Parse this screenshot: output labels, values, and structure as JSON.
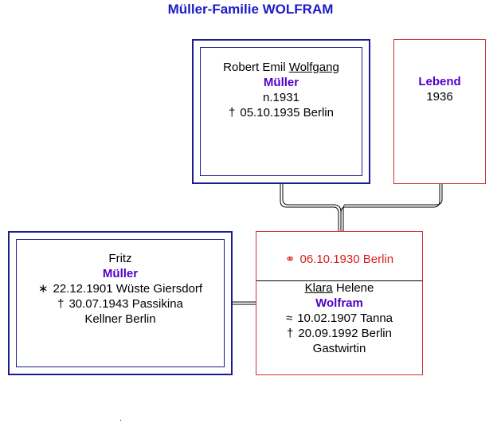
{
  "title": "Müller-Familie WOLFRAM",
  "father": {
    "given_plain": "Robert Emil",
    "given_call": "Wolfgang",
    "surname": "Müller",
    "birth": "n.1931",
    "death_symbol": "†",
    "death": "05.10.1935 Berlin"
  },
  "mother": {
    "surname": "Lebend",
    "year": "1936"
  },
  "husband": {
    "given": "Fritz",
    "surname": "Müller",
    "birth_symbol": "∗",
    "birth": "22.12.1901 Wüste Giersdorf",
    "death_symbol": "†",
    "death": "30.07.1943 Passikina",
    "occupation": "Kellner Berlin"
  },
  "marriage": {
    "symbol": "⚭",
    "text": "06.10.1930 Berlin"
  },
  "wife": {
    "given_call": "Klara",
    "given_plain": "Helene",
    "surname": "Wolfram",
    "birth_symbol": "≈",
    "birth": "10.02.1907 Tanna",
    "death_symbol": "†",
    "death": "20.09.1992 Berlin",
    "occupation": "Gastwirtin"
  },
  "footnote": ".",
  "colors": {
    "title": "#1b1bc8",
    "surname": "#5000c8",
    "male_border": "#1c1c8c",
    "female_border": "#c83232",
    "marriage_text": "#d81e1e"
  }
}
